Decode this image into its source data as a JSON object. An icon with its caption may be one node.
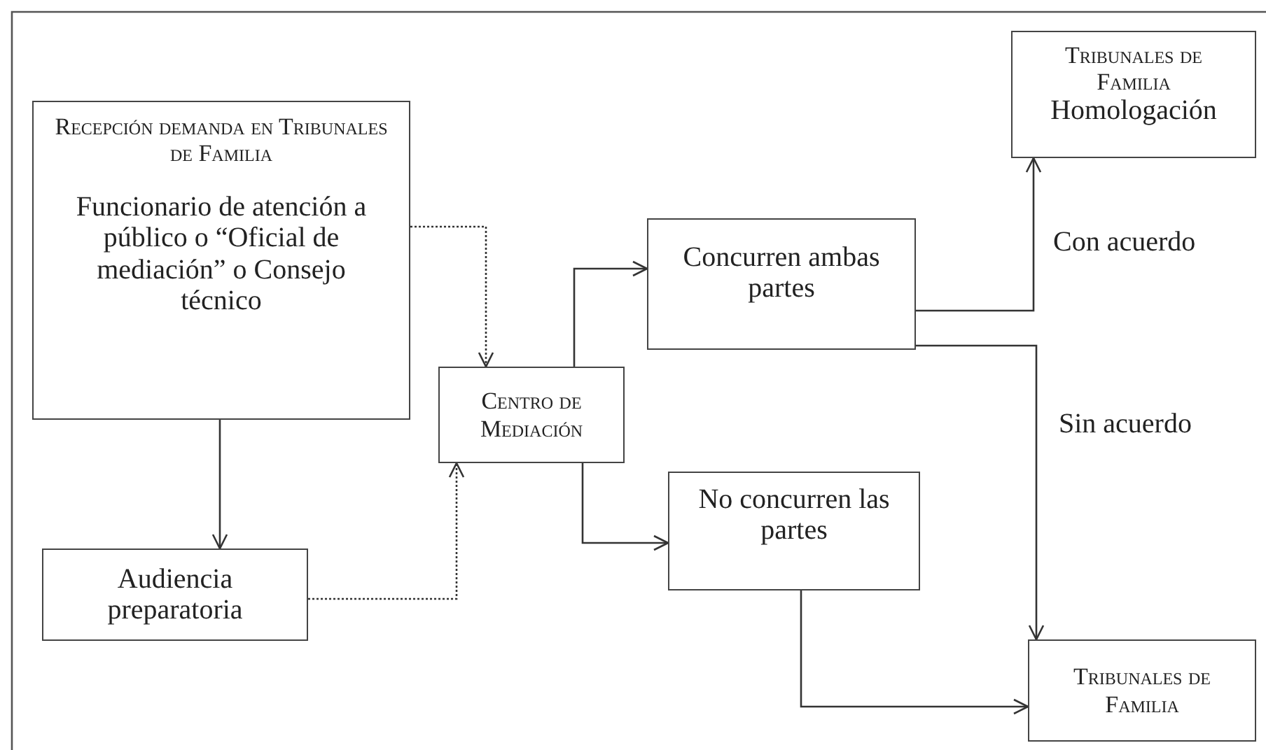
{
  "diagram": {
    "nodes": [
      {
        "text": [
          "Recepción demanda en Tribunales de Familia",
          "Funcionario de atención a público o “Oficial de mediación” o Consejo técnico"
        ]
      },
      {
        "text": [
          "Centro de Mediación"
        ]
      },
      {
        "text": [
          "Concurren ambas partes"
        ]
      },
      {
        "text": [
          "Audiencia preparatoria"
        ]
      },
      {
        "text": [
          "No concurren las partes"
        ]
      },
      {
        "text": [
          "Tribunales de Familia",
          "Homologación"
        ]
      },
      {
        "text": [
          "Tribunales de Familia"
        ]
      }
    ],
    "edges": [
      {
        "from": 0,
        "to": 1,
        "arrow": "to",
        "style": "dashed"
      },
      {
        "from": 0,
        "to": 3,
        "arrow": "to"
      },
      {
        "from": 3,
        "to": 1,
        "arrow": "to",
        "style": "dashed"
      },
      {
        "from": 1,
        "to": 2,
        "arrow": "to"
      },
      {
        "from": 1,
        "to": 4,
        "arrow": "to"
      },
      {
        "from": 2,
        "to": 5,
        "arrow": "to",
        "label": "Con acuerdo"
      },
      {
        "from": 2,
        "to": 6,
        "arrow": "to",
        "label": "Sin acuerdo"
      },
      {
        "from": 4,
        "to": 6,
        "arrow": "to"
      }
    ]
  }
}
